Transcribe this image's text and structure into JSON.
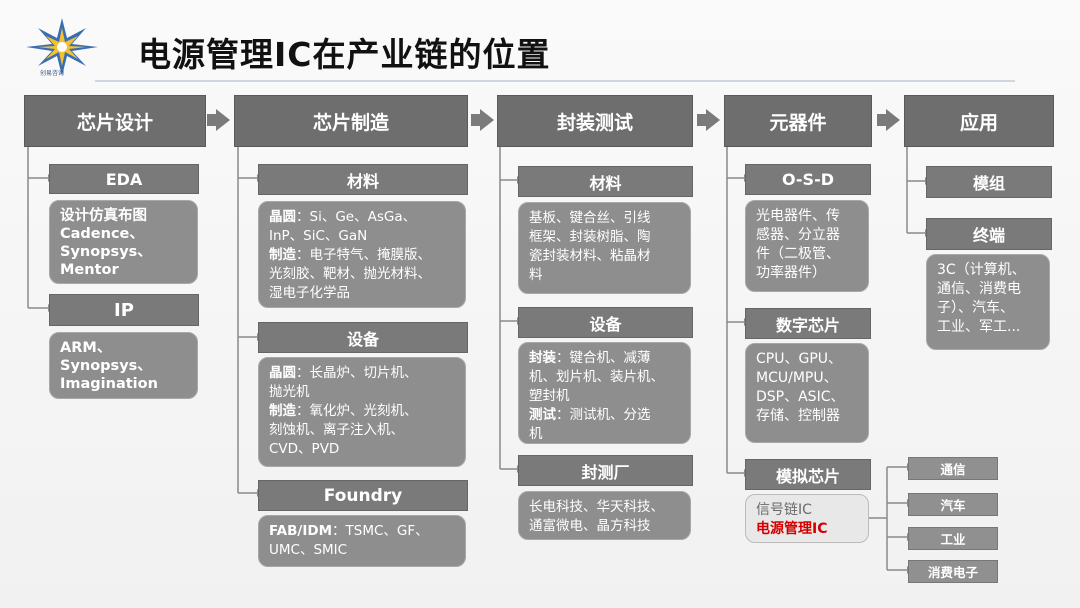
{
  "title": "电源管理IC在产业链的位置",
  "logo": {
    "text": "创易咨询",
    "accent": "#3b6db3",
    "secondary": "#f1c232"
  },
  "colors": {
    "header_bg": "#6e6e6e",
    "box_bg": "#8e8e8e",
    "highlight": "#d40000"
  },
  "columns": [
    {
      "header": "芯片设计",
      "groups": [
        {
          "label": "EDA",
          "content": [
            "设计仿真布图",
            "Cadence、",
            "Synopsys、",
            "Mentor"
          ]
        },
        {
          "label": "IP",
          "content": [
            "ARM、",
            "Synopsys、",
            "Imagination"
          ]
        }
      ]
    },
    {
      "header": "芯片制造",
      "groups": [
        {
          "label": "材料",
          "lines": [
            {
              "k": "晶圆",
              "v": "：Si、Ge、AsGa、"
            },
            {
              "k": "",
              "v": "InP、SiC、GaN"
            },
            {
              "k": "制造",
              "v": "：电子特气、掩膜版、"
            },
            {
              "k": "",
              "v": "光刻胶、靶材、抛光材料、"
            },
            {
              "k": "",
              "v": "湿电子化学品"
            }
          ]
        },
        {
          "label": "设备",
          "lines": [
            {
              "k": "晶圆",
              "v": "：长晶炉、切片机、"
            },
            {
              "k": "",
              "v": "抛光机"
            },
            {
              "k": "制造",
              "v": "：氧化炉、光刻机、"
            },
            {
              "k": "",
              "v": "刻蚀机、离子注入机、"
            },
            {
              "k": "",
              "v": "CVD、PVD"
            }
          ]
        },
        {
          "label": "Foundry",
          "lines": [
            {
              "k": "FAB/IDM",
              "v": "：TSMC、GF、"
            },
            {
              "k": "",
              "v": "UMC、SMIC"
            }
          ]
        }
      ]
    },
    {
      "header": "封装测试",
      "groups": [
        {
          "label": "材料",
          "content": [
            "基板、键合丝、引线",
            "框架、封装树脂、陶",
            "瓷封装材料、粘晶材",
            "料"
          ]
        },
        {
          "label": "设备",
          "lines": [
            {
              "k": "封装",
              "v": "：键合机、减薄"
            },
            {
              "k": "",
              "v": "机、划片机、装片机、"
            },
            {
              "k": "",
              "v": "塑封机"
            },
            {
              "k": "测试",
              "v": "：测试机、分选"
            },
            {
              "k": "",
              "v": "机"
            }
          ]
        },
        {
          "label": "封测厂",
          "content": [
            "长电科技、华天科技、",
            "通富微电、晶方科技"
          ]
        }
      ]
    },
    {
      "header": "元器件",
      "groups": [
        {
          "label": "O-S-D",
          "content": [
            "光电器件、传",
            "感器、分立器",
            "件（二极管、",
            "功率器件）"
          ]
        },
        {
          "label": "数字芯片",
          "content": [
            "CPU、GPU、",
            "MCU/MPU、",
            "DSP、ASIC、",
            "存储、控制器"
          ]
        },
        {
          "label": "模拟芯片",
          "content": [
            "信号链IC"
          ],
          "highlight": "电源管理IC"
        }
      ]
    },
    {
      "header": "应用",
      "groups": [
        {
          "label": "模组"
        },
        {
          "label": "终端",
          "content": [
            "3C（计算机、",
            "通信、消费电",
            "子）、汽车、",
            "工业、军工..."
          ]
        }
      ]
    }
  ],
  "analog_apps": [
    "通信",
    "汽车",
    "工业",
    "消费电子"
  ]
}
